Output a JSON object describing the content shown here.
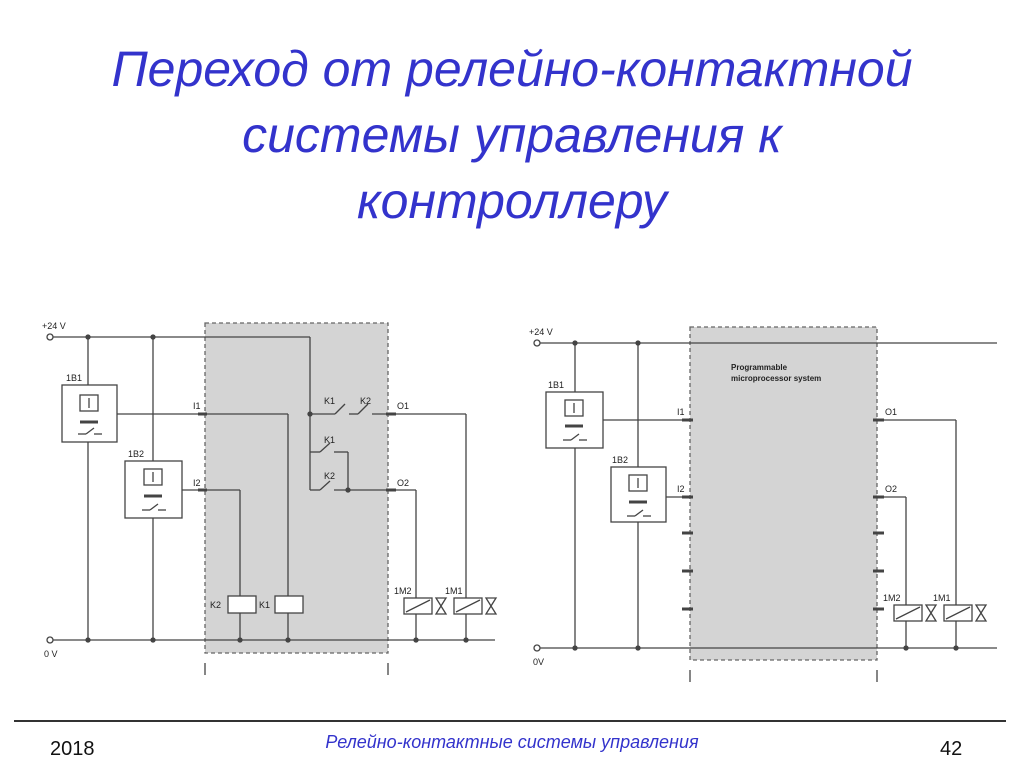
{
  "slide": {
    "title_lines": [
      "Переход от релейно-контактной",
      "системы управления к",
      "контроллеру"
    ],
    "footer_year": "2018",
    "footer_course": "Релейно-контактные системы управления",
    "page_number": "42"
  },
  "left_diagram": {
    "supply_label": "+24 V",
    "ground_label": "0 V",
    "sensor1": "1B1",
    "sensor2": "1B2",
    "input1": "I1",
    "input2": "I2",
    "output1": "O1",
    "output2": "O2",
    "contact_k1_a": "K1",
    "contact_k2_a": "K2",
    "contact_k1_b": "K1",
    "contact_k2_b": "K2",
    "coil_k2": "K2",
    "coil_k1": "K1",
    "valve2": "1M2",
    "valve1": "1M1"
  },
  "right_diagram": {
    "supply_label": "+24 V",
    "ground_label": "0V",
    "sensor1": "1B1",
    "sensor2": "1B2",
    "input1": "I1",
    "input2": "I2",
    "output1": "O1",
    "output2": "O2",
    "plc_label_line1": "Programmable",
    "plc_label_line2": "microprocessor system",
    "valve2": "1M2",
    "valve1": "1M1"
  },
  "colors": {
    "title": "#3333cc",
    "box_fill": "#d4d4d4",
    "wire": "#444444"
  }
}
